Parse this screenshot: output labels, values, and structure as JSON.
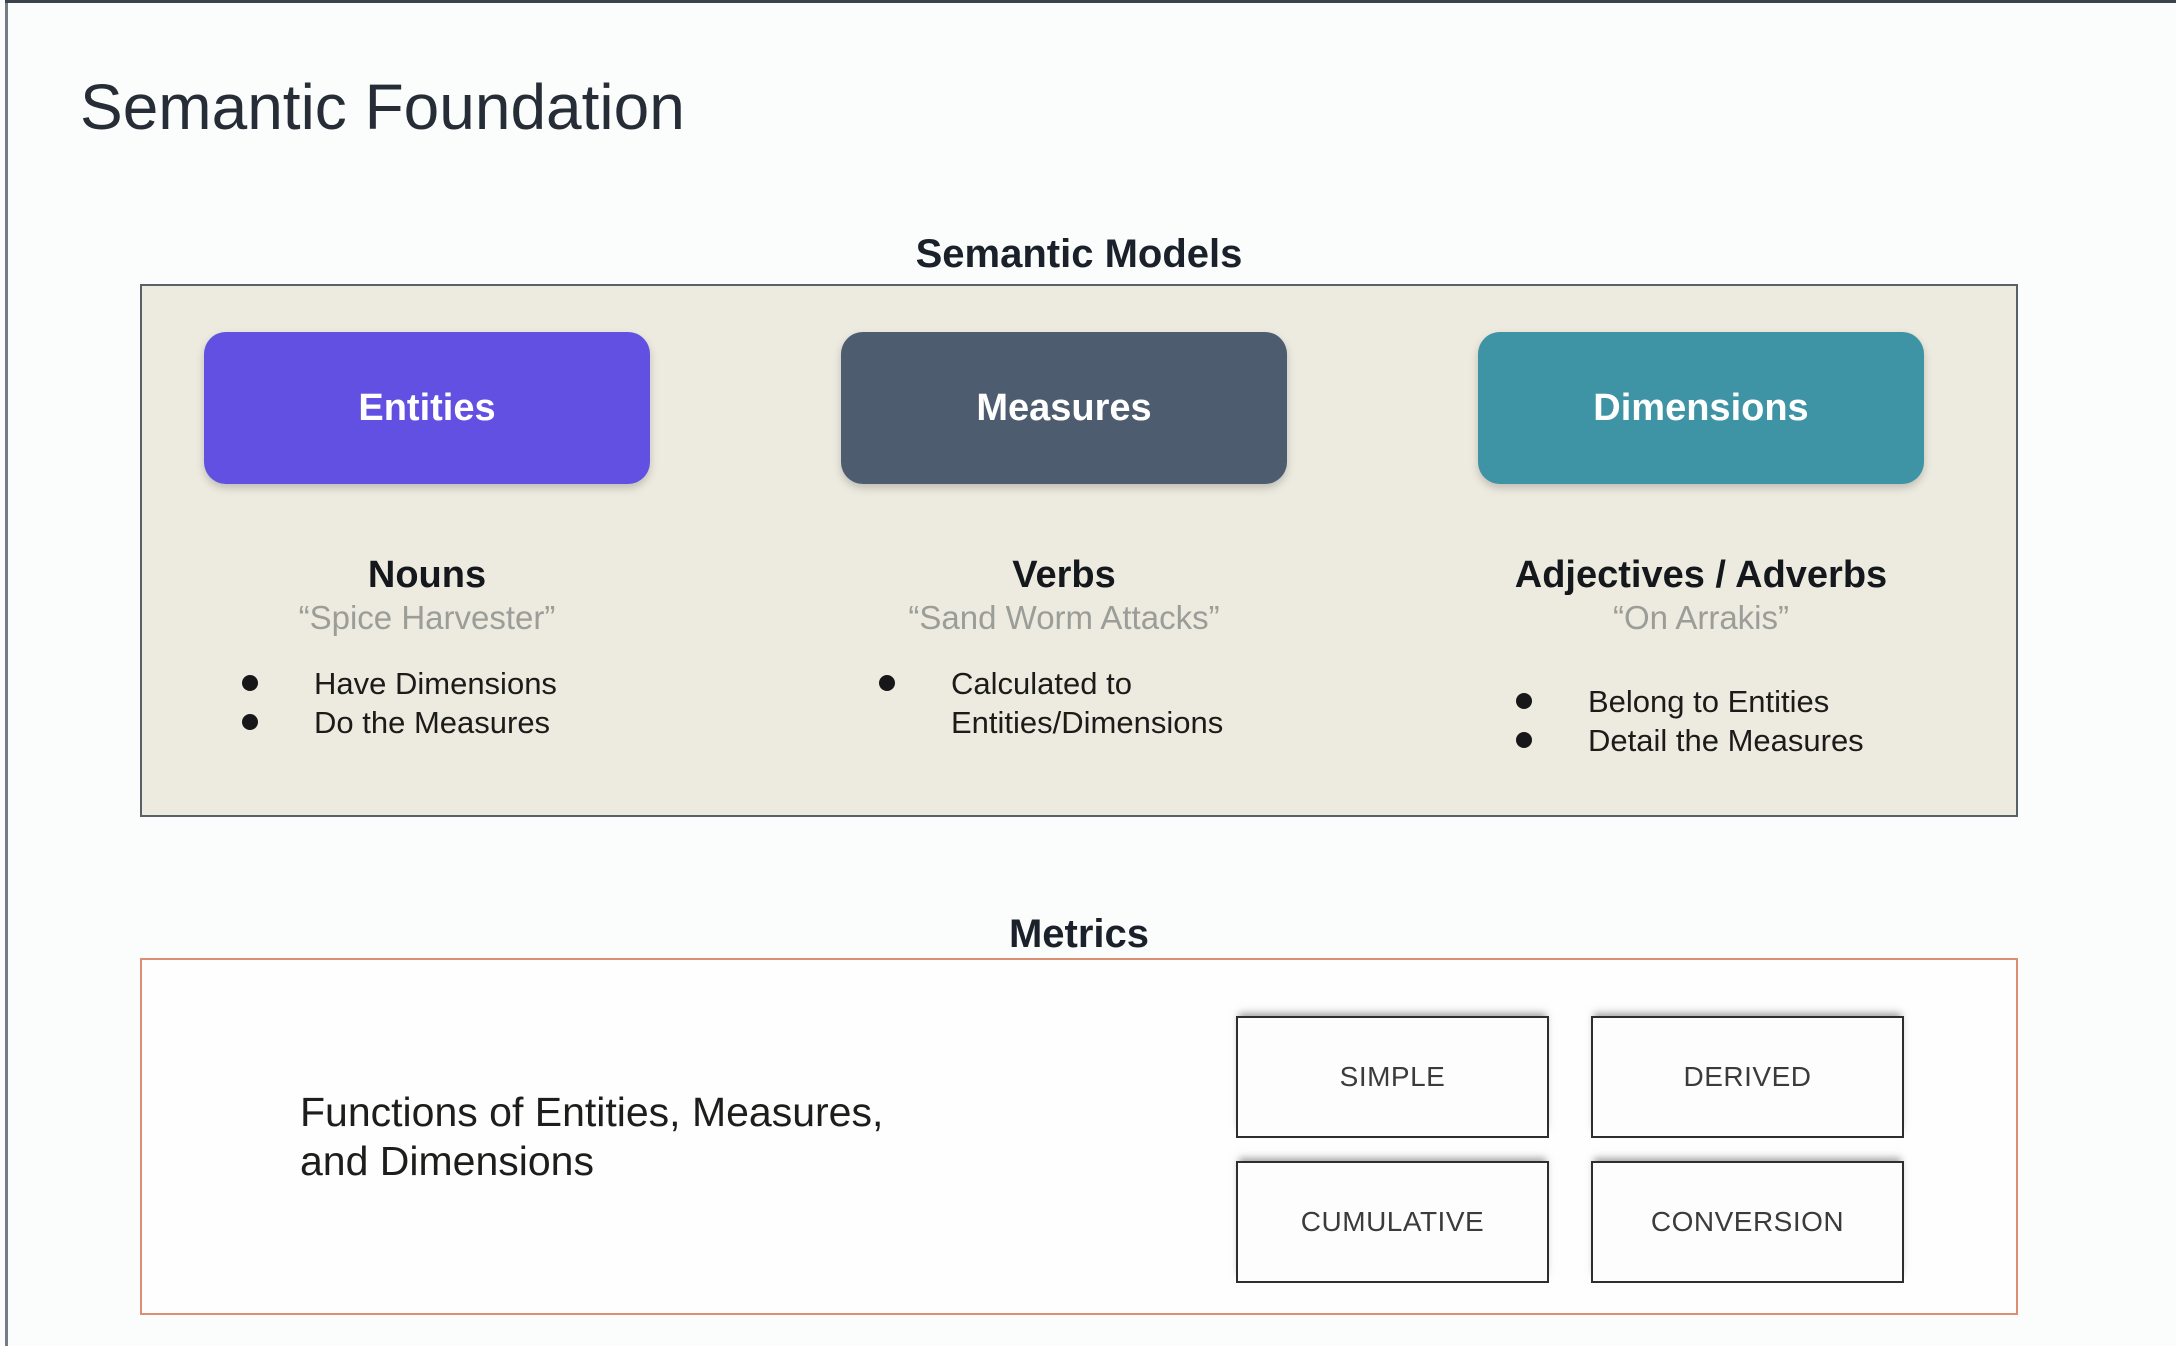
{
  "page": {
    "title": "Semantic Foundation"
  },
  "semantic_models": {
    "heading": "Semantic Models",
    "panel_background": "#edebdf",
    "panel_border": "#58606a",
    "columns": [
      {
        "name": "Entities",
        "color": "#6150e1",
        "part_of_speech": "Nouns",
        "example": "“Spice Harvester”",
        "bullets": [
          "Have Dimensions",
          "Do the Measures"
        ]
      },
      {
        "name": "Measures",
        "color": "#4e5c70",
        "part_of_speech": "Verbs",
        "example": "“Sand Worm Attacks”",
        "bullets": [
          "Calculated to Entities/Dimensions"
        ]
      },
      {
        "name": "Dimensions",
        "color": "#3e93a4",
        "part_of_speech": "Adjectives / Adverbs",
        "example": "“On Arrakis”",
        "bullets": [
          "Belong to Entities",
          "Detail the Measures"
        ]
      }
    ]
  },
  "metrics": {
    "heading": "Metrics",
    "panel_border": "#dc8e72",
    "description": "Functions of Entities, Measures,\nand Dimensions",
    "types": [
      "SIMPLE",
      "DERIVED",
      "CUMULATIVE",
      "CONVERSION"
    ]
  }
}
